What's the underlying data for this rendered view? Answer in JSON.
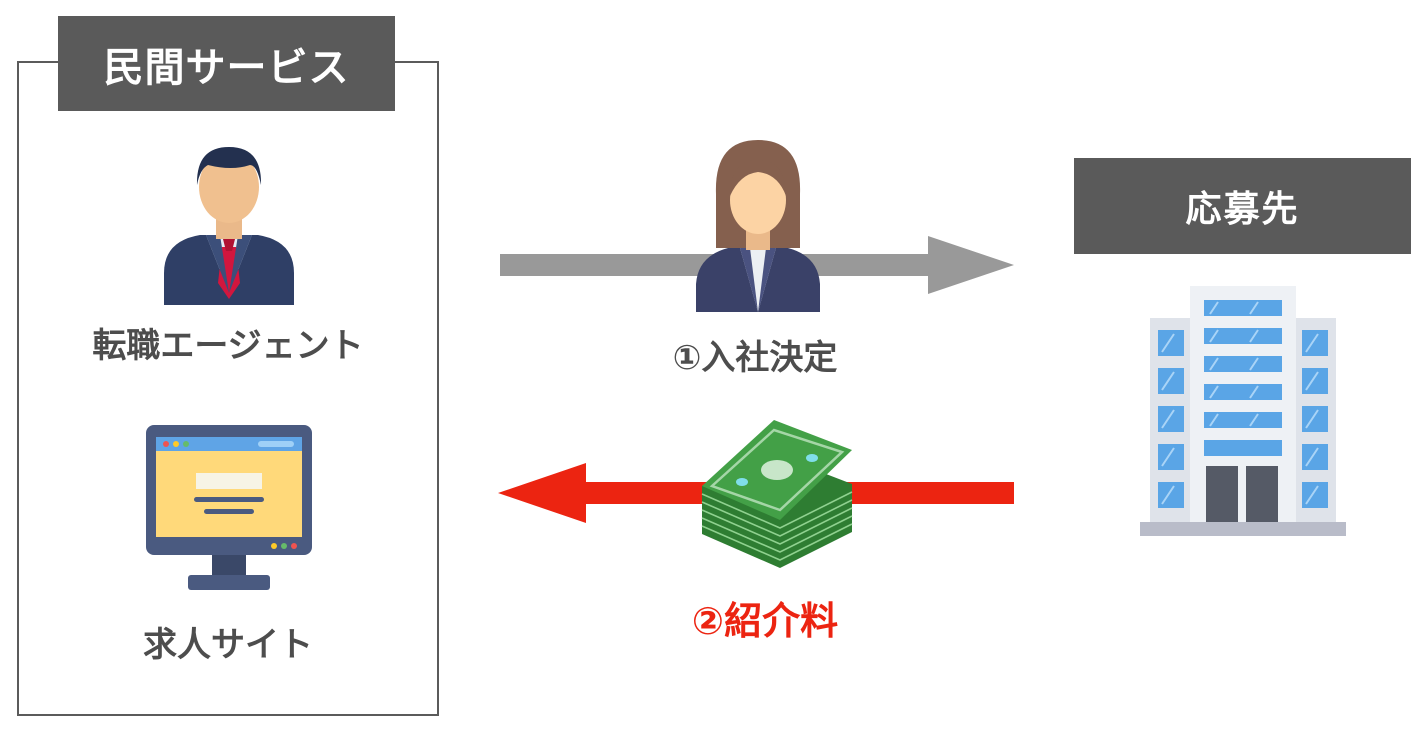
{
  "group": {
    "title": "民間サービス"
  },
  "agent": {
    "label": "転職エージェント",
    "icon": "businessman-icon"
  },
  "site": {
    "label": "求人サイト",
    "icon": "monitor-icon"
  },
  "destination": {
    "title": "応募先",
    "icon": "office-building-icon"
  },
  "flow": {
    "step1": {
      "label": "①入社決定",
      "icon": "businesswoman-icon",
      "color": "#999999"
    },
    "step2": {
      "label": "②紹介料",
      "icon": "cash-stack-icon",
      "color": "#ec2411"
    }
  }
}
